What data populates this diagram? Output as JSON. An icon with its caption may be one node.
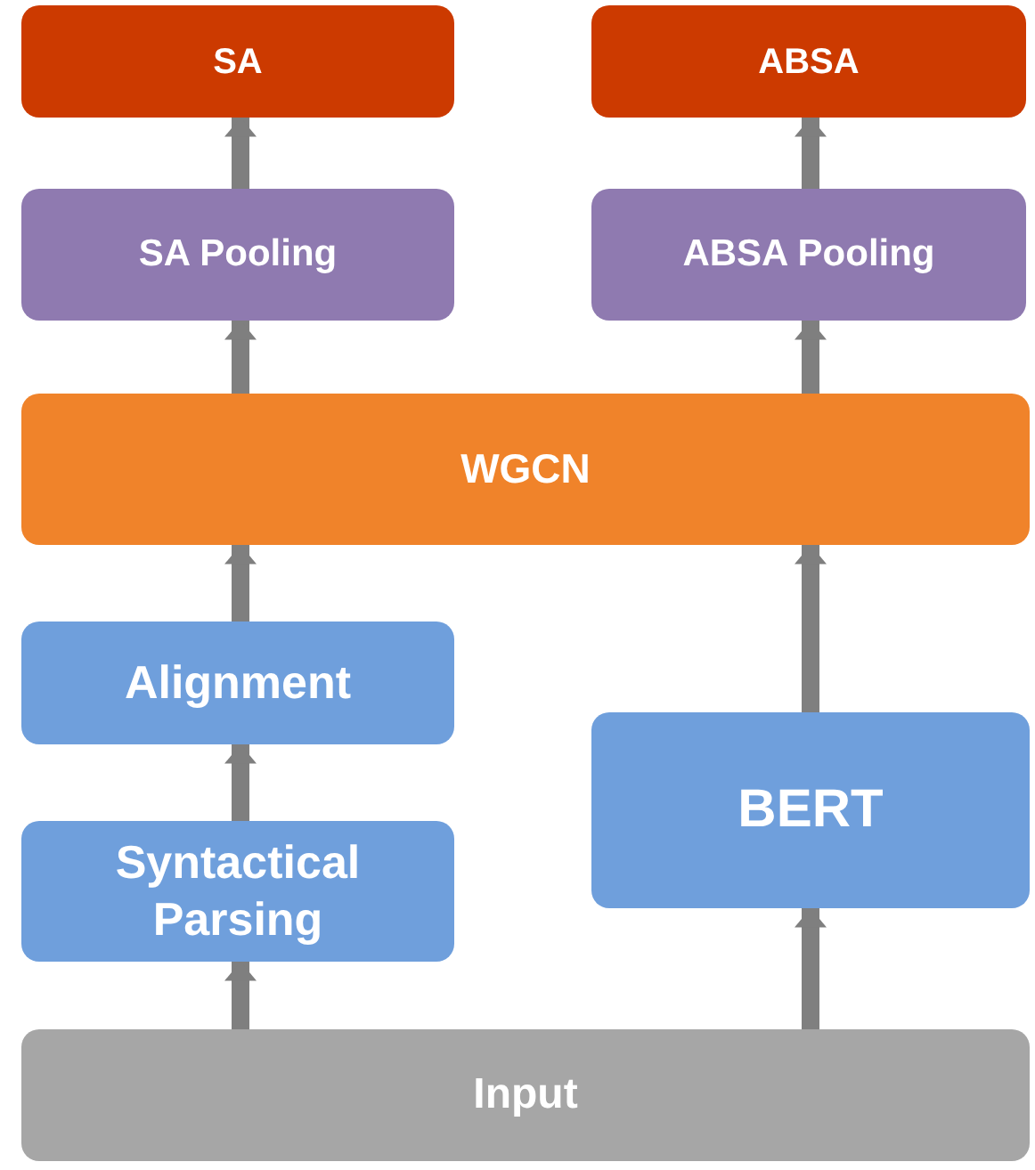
{
  "diagram": {
    "nodes": [
      {
        "text": [
          "SA"
        ]
      },
      {
        "text": [
          "ABSA"
        ]
      },
      {
        "text": [
          "SA Pooling"
        ]
      },
      {
        "text": [
          "ABSA Pooling"
        ]
      },
      {
        "text": [
          "WGCN"
        ]
      },
      {
        "text": [
          "Alignment"
        ]
      },
      {
        "text": [
          "BERT"
        ]
      },
      {
        "text": [
          "Syntactical Parsing"
        ]
      },
      {
        "text": [
          "Input"
        ]
      }
    ],
    "edges": [
      {
        "from": 8,
        "to": 7,
        "arrow": "to"
      },
      {
        "from": 8,
        "to": 6,
        "arrow": "to"
      },
      {
        "from": 7,
        "to": 5,
        "arrow": "to"
      },
      {
        "from": 5,
        "to": 4,
        "arrow": "to"
      },
      {
        "from": 6,
        "to": 4,
        "arrow": "to"
      },
      {
        "from": 4,
        "to": 2,
        "arrow": "to"
      },
      {
        "from": 4,
        "to": 3,
        "arrow": "to"
      },
      {
        "from": 2,
        "to": 0,
        "arrow": "to"
      },
      {
        "from": 3,
        "to": 1,
        "arrow": "to"
      }
    ]
  }
}
